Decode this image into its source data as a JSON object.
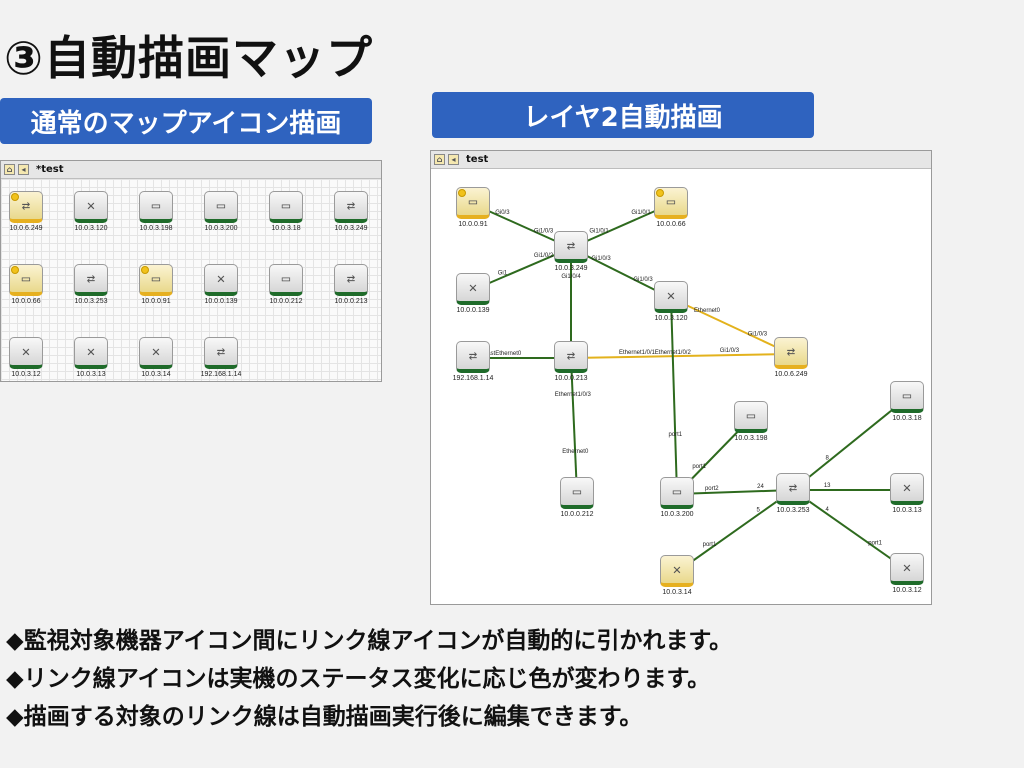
{
  "title": "③自動描画マップ",
  "left": {
    "banner": "通常のマップアイコン描画",
    "tab_title": "*test",
    "nodes": [
      {
        "label": "10.0.6.249",
        "glyph": "⇄",
        "warn": true,
        "dot": true
      },
      {
        "label": "10.0.3.120",
        "glyph": "✕",
        "warn": false,
        "dot": false
      },
      {
        "label": "10.0.3.198",
        "glyph": "▭",
        "warn": false,
        "dot": false
      },
      {
        "label": "10.0.3.200",
        "glyph": "▭",
        "warn": false,
        "dot": false
      },
      {
        "label": "10.0.3.18",
        "glyph": "▭",
        "warn": false,
        "dot": false
      },
      {
        "label": "10.0.3.249",
        "glyph": "⇄",
        "warn": false,
        "dot": false
      },
      {
        "label": "10.0.0.66",
        "glyph": "▭",
        "warn": true,
        "dot": true
      },
      {
        "label": "10.0.3.253",
        "glyph": "⇄",
        "warn": false,
        "dot": false
      },
      {
        "label": "10.0.0.91",
        "glyph": "▭",
        "warn": true,
        "dot": true
      },
      {
        "label": "10.0.0.139",
        "glyph": "✕",
        "warn": false,
        "dot": false
      },
      {
        "label": "10.0.0.212",
        "glyph": "▭",
        "warn": false,
        "dot": false
      },
      {
        "label": "10.0.0.213",
        "glyph": "⇄",
        "warn": false,
        "dot": false
      },
      {
        "label": "10.0.3.12",
        "glyph": "✕",
        "warn": false,
        "dot": false
      },
      {
        "label": "10.0.3.13",
        "glyph": "✕",
        "warn": false,
        "dot": false
      },
      {
        "label": "10.0.3.14",
        "glyph": "✕",
        "warn": false,
        "dot": false
      },
      {
        "label": "192.168.1.14",
        "glyph": "⇄",
        "warn": false,
        "dot": false
      }
    ]
  },
  "right": {
    "banner": "レイヤ2自動描画",
    "tab_title": "test",
    "nodes": [
      {
        "id": "n91",
        "label": "10.0.0.91",
        "glyph": "▭",
        "warn": true,
        "dot": true
      },
      {
        "id": "n66",
        "label": "10.0.0.66",
        "glyph": "▭",
        "warn": true,
        "dot": true
      },
      {
        "id": "n249",
        "label": "10.0.3.249",
        "glyph": "⇄",
        "warn": false,
        "dot": false
      },
      {
        "id": "n139",
        "label": "10.0.0.139",
        "glyph": "✕",
        "warn": false,
        "dot": false
      },
      {
        "id": "n120",
        "label": "10.0.3.120",
        "glyph": "✕",
        "warn": false,
        "dot": false
      },
      {
        "id": "n6249",
        "label": "10.0.6.249",
        "glyph": "⇄",
        "warn": true,
        "dot": false
      },
      {
        "id": "n1921",
        "label": "192.168.1.14",
        "glyph": "⇄",
        "warn": false,
        "dot": false
      },
      {
        "id": "n213",
        "label": "10.0.0.213",
        "glyph": "⇄",
        "warn": false,
        "dot": false
      },
      {
        "id": "n198",
        "label": "10.0.3.198",
        "glyph": "▭",
        "warn": false,
        "dot": false
      },
      {
        "id": "n18",
        "label": "10.0.3.18",
        "glyph": "▭",
        "warn": false,
        "dot": false
      },
      {
        "id": "n212",
        "label": "10.0.0.212",
        "glyph": "▭",
        "warn": false,
        "dot": false
      },
      {
        "id": "n200",
        "label": "10.0.3.200",
        "glyph": "▭",
        "warn": false,
        "dot": false
      },
      {
        "id": "n253",
        "label": "10.0.3.253",
        "glyph": "⇄",
        "warn": false,
        "dot": false
      },
      {
        "id": "n13",
        "label": "10.0.3.13",
        "glyph": "✕",
        "warn": false,
        "dot": false
      },
      {
        "id": "n14",
        "label": "10.0.3.14",
        "glyph": "✕",
        "warn": true,
        "dot": false
      },
      {
        "id": "n12",
        "label": "10.0.3.12",
        "glyph": "✕",
        "warn": false,
        "dot": false
      }
    ],
    "links": [
      {
        "from": "n91",
        "to": "n249",
        "status": "ok",
        "label_a": "Gi0/3",
        "label_b": "Gi1/0/3"
      },
      {
        "from": "n66",
        "to": "n249",
        "status": "ok",
        "label_a": "Gi1/0/1",
        "label_b": "Gi1/0/1"
      },
      {
        "from": "n139",
        "to": "n249",
        "status": "ok",
        "label_a": "Gi1",
        "label_b": "Gi1/0/2"
      },
      {
        "from": "n249",
        "to": "n120",
        "status": "ok",
        "label_a": "Gi1/0/3",
        "label_b": "Gi1/0/3"
      },
      {
        "from": "n249",
        "to": "n213",
        "status": "ok",
        "label_a": "Gi1/0/4",
        "label_b": ""
      },
      {
        "from": "n120",
        "to": "n6249",
        "status": "warn",
        "label_a": "Ethernet0",
        "label_b": "Gi1/0/3"
      },
      {
        "from": "n1921",
        "to": "n213",
        "status": "ok",
        "label_a": "FastEthernet0",
        "label_b": ""
      },
      {
        "from": "n213",
        "to": "n6249",
        "status": "warn",
        "label_a": "Ethernet1/0/1",
        "label_b": "Gi1/0/3"
      },
      {
        "from": "n213",
        "to": "n212",
        "status": "ok",
        "label_a": "Ethernet1/0/3",
        "label_b": "Ethernet0"
      },
      {
        "from": "n120",
        "to": "n200",
        "status": "ok",
        "label_a": "Ethernet1/0/2",
        "label_b": "port1"
      },
      {
        "from": "n200",
        "to": "n198",
        "status": "ok",
        "label_a": "port1",
        "label_b": ""
      },
      {
        "from": "n200",
        "to": "n253",
        "status": "ok",
        "label_a": "port2",
        "label_b": "24"
      },
      {
        "from": "n253",
        "to": "n18",
        "status": "ok",
        "label_a": "8",
        "label_b": ""
      },
      {
        "from": "n253",
        "to": "n13",
        "status": "ok",
        "label_a": "13",
        "label_b": ""
      },
      {
        "from": "n253",
        "to": "n14",
        "status": "ok",
        "label_a": "5",
        "label_b": "port1"
      },
      {
        "from": "n253",
        "to": "n12",
        "status": "ok",
        "label_a": "4",
        "label_b": "port1"
      }
    ]
  },
  "bullets": [
    "◆監視対象機器アイコン間にリンク線アイコンが自動的に引かれます。",
    "◆リンク線アイコンは実機のステータス変化に応じ色が変わります。",
    "◆描画する対象のリンク線は自動描画実行後に編集できます。"
  ],
  "colors": {
    "accent": "#2f63bf",
    "link_ok": "#2e6a1e",
    "link_warn": "#e3b21c"
  }
}
